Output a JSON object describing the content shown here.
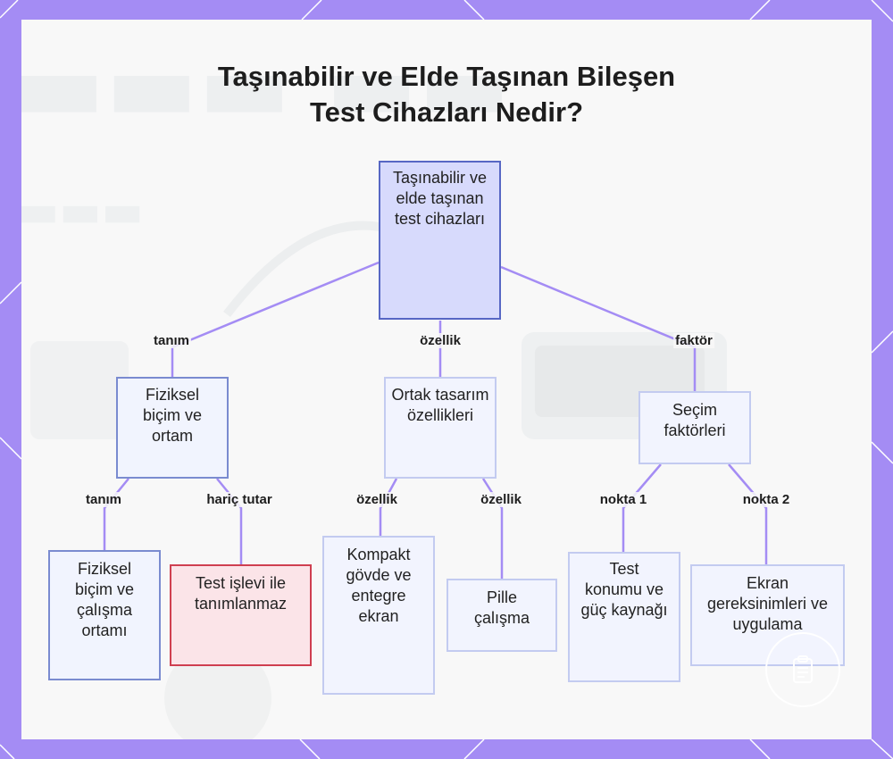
{
  "title": {
    "line1": "Taşınabilir ve Elde Taşınan Bileşen",
    "line2": "Test Cihazları Nedir?"
  },
  "nodes": {
    "root": "Taşınabilir ve elde taşınan test cihazları",
    "physical_form": "Fiziksel biçim ve ortam",
    "common_design": "Ortak tasarım özellikleri",
    "selection_factors": "Seçim faktörleri",
    "physical_form_env": "Fiziksel biçim ve çalışma ortamı",
    "not_test_function": "Test işlevi ile tanımlanmaz",
    "compact_body": "Kompakt gövde ve entegre ekran",
    "battery": "Pille çalışma",
    "location_power": "Test konumu ve güç kaynağı",
    "display_needs": "Ekran gereksinimleri ve uygulama"
  },
  "edge_labels": {
    "root_to_physical": "tanım",
    "root_to_design": "özellik",
    "root_to_selection": "faktör",
    "physical_to_env": "tanım",
    "physical_to_exclude": "hariç tutar",
    "design_to_compact": "özellik",
    "design_to_battery": "özellik",
    "selection_to_location": "nokta 1",
    "selection_to_display": "nokta 2"
  },
  "colors": {
    "frame": "#a48cf4",
    "link": "#a48cf4",
    "root_fill": "#d7dafc",
    "exclude_border": "#cf3f50"
  },
  "icons": {
    "badge": "clipboard-icon"
  }
}
